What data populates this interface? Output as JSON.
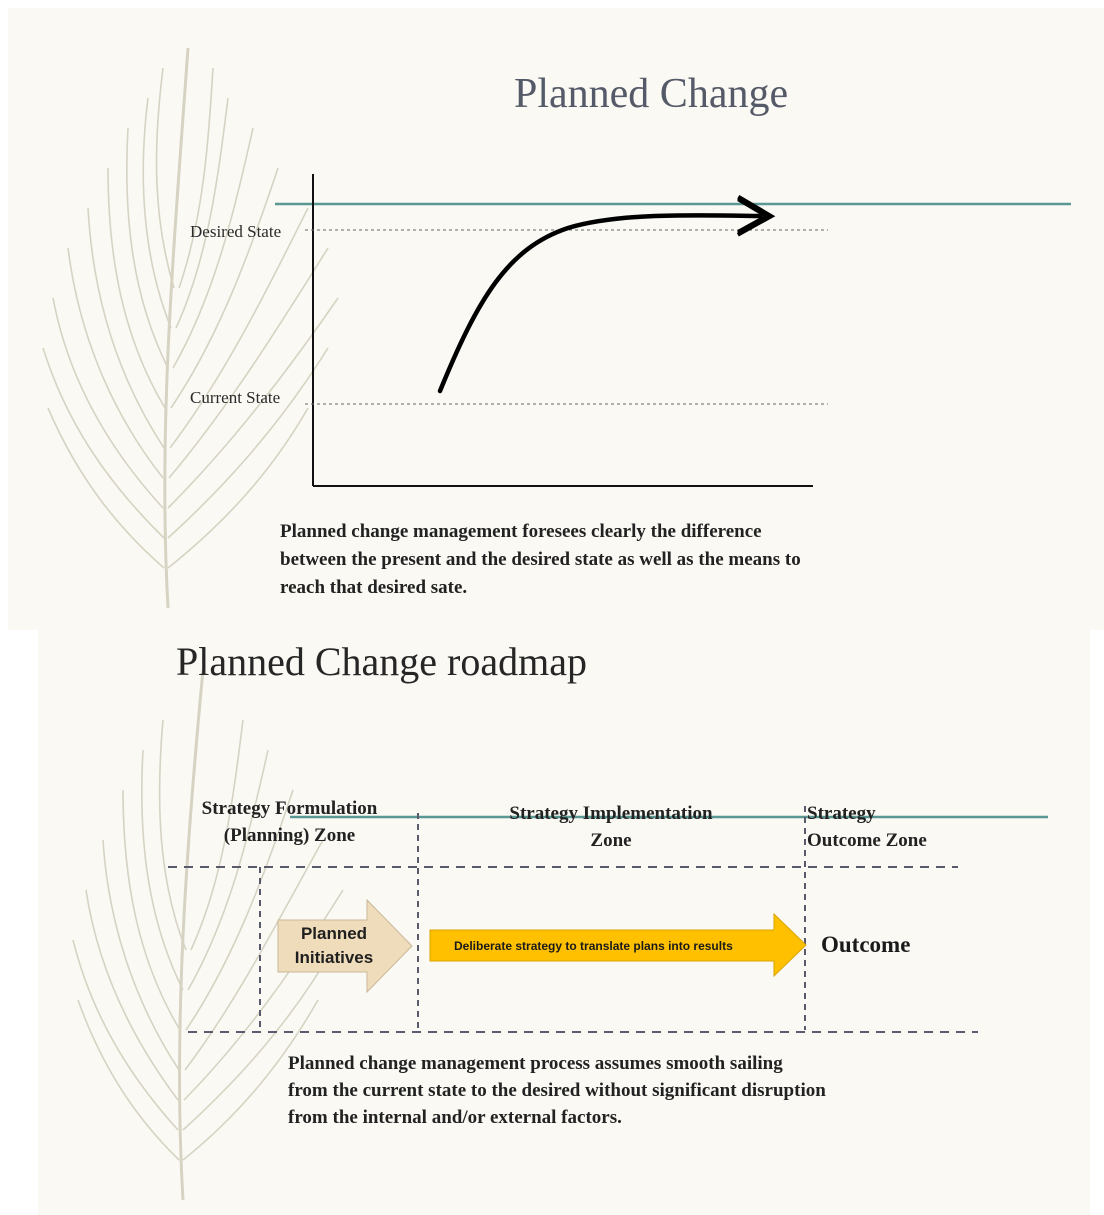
{
  "slide1": {
    "title": "Planned Change",
    "y_labels": {
      "desired": "Desired State",
      "current": "Current State"
    },
    "description_lines": [
      "Planned change management foresees clearly the difference",
      "between the present and the desired state as well as the means to",
      "reach that desired sate."
    ]
  },
  "slide2": {
    "title": "Planned Change roadmap",
    "zones": [
      {
        "line1": "Strategy Formulation",
        "line2": "(Planning) Zone"
      },
      {
        "line1": "Strategy Implementation",
        "line2": "Zone"
      },
      {
        "line1": "Strategy",
        "line2": "Outcome Zone"
      }
    ],
    "planned_initiatives": {
      "line1": "Planned",
      "line2": "Initiatives"
    },
    "deliberate_strategy": "Deliberate strategy to translate plans into results",
    "outcome": "Outcome",
    "description_lines": [
      "Planned change management process assumes smooth sailing",
      "from the current state to the desired without significant disruption",
      "from the internal and/or external factors."
    ]
  },
  "colors": {
    "background": "#faf9f4",
    "accent_line": "#5b9894",
    "arrow_fill": "#ffc000",
    "initiatives_fill": "#efdcbb",
    "dashed": "#5a5a6e",
    "feather": "#d3cfbe"
  }
}
